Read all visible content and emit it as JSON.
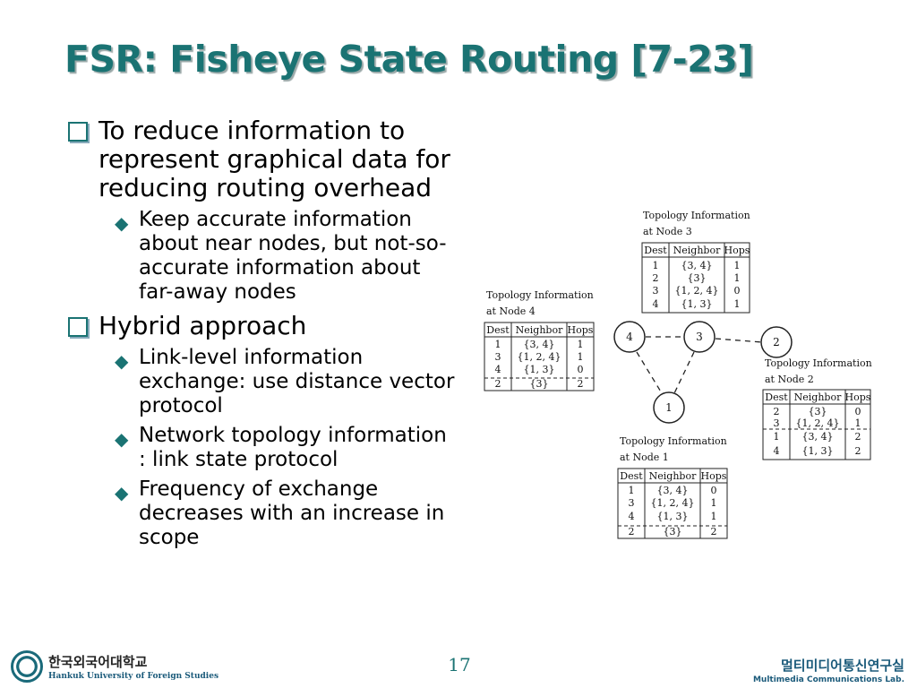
{
  "slide": {
    "title": "FSR: Fisheye State Routing [7-23]",
    "page_number": "17"
  },
  "bullets": [
    {
      "text": "To reduce information to represent graphical data for reducing routing overhead",
      "sub": [
        "Keep accurate information about near nodes, but not-so-accurate information about far-away nodes"
      ]
    },
    {
      "text": "Hybrid approach",
      "sub": [
        "Link-level information exchange: use distance vector protocol",
        "Network topology information : link state protocol",
        "Frequency of exchange decreases with an increase in scope"
      ]
    }
  ],
  "figure": {
    "nodes": [
      "4",
      "3",
      "2",
      "1"
    ],
    "tables": [
      {
        "title_line1": "Topology Information",
        "title_line2": "at Node 3",
        "headers": [
          "Dest",
          "Neighbor",
          "Hops"
        ],
        "rows": [
          [
            "1",
            "{3, 4}",
            "1"
          ],
          [
            "2",
            "{3}",
            "1"
          ],
          [
            "3",
            "{1, 2, 4}",
            "0"
          ],
          [
            "4",
            "{1, 3}",
            "1"
          ]
        ]
      },
      {
        "title_line1": "Topology Information",
        "title_line2": "at Node 4",
        "headers": [
          "Dest",
          "Neighbor",
          "Hops"
        ],
        "rows": [
          [
            "1",
            "{3, 4}",
            "1"
          ],
          [
            "3",
            "{1, 2, 4}",
            "1"
          ],
          [
            "4",
            "{1, 3}",
            "0"
          ],
          [
            "2",
            "{3}",
            "2"
          ]
        ]
      },
      {
        "title_line1": "Topology Information",
        "title_line2": "at Node 2",
        "headers": [
          "Dest",
          "Neighbor",
          "Hops"
        ],
        "rows": [
          [
            "2",
            "{3}",
            "0"
          ],
          [
            "3",
            "{1, 2, 4}",
            "1"
          ],
          [
            "1",
            "{3, 4}",
            "2"
          ],
          [
            "4",
            "{1, 3}",
            "2"
          ]
        ]
      },
      {
        "title_line1": "Topology Information",
        "title_line2": "at Node 1",
        "headers": [
          "Dest",
          "Neighbor",
          "Hops"
        ],
        "rows": [
          [
            "1",
            "{3, 4}",
            "0"
          ],
          [
            "3",
            "{1, 2, 4}",
            "1"
          ],
          [
            "4",
            "{1, 3}",
            "1"
          ],
          [
            "2",
            "{3}",
            "2"
          ]
        ]
      }
    ]
  },
  "footer": {
    "university_kr": "한국외국어대학교",
    "university_en": "Hankuk University of Foreign Studies",
    "lab_kr": "멀티미디어통신연구실",
    "lab_en": "Multimedia Communications Lab."
  }
}
